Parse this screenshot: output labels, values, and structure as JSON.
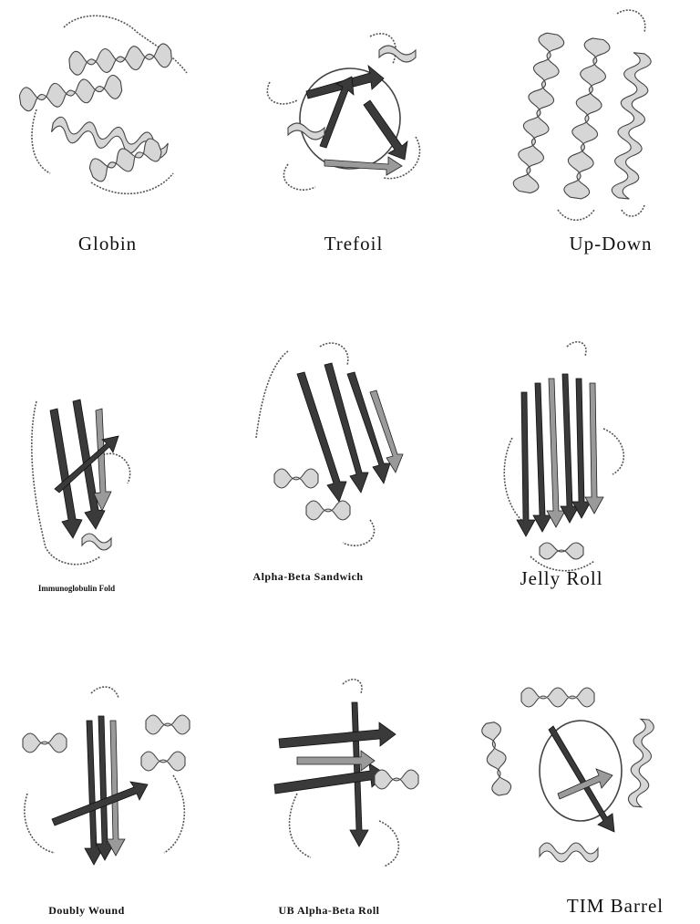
{
  "figure": {
    "panels": [
      {
        "name": "globin",
        "label": "Globin"
      },
      {
        "name": "trefoil",
        "label": "Trefoil"
      },
      {
        "name": "up-down",
        "label": "Up-Down"
      },
      {
        "name": "immunoglobulin-fold",
        "label": "Immunoglobulin Fold"
      },
      {
        "name": "alpha-beta-sandwich",
        "label": "Alpha-Beta Sandwich"
      },
      {
        "name": "jelly-roll",
        "label": "Jelly Roll"
      },
      {
        "name": "doubly-wound",
        "label": "Doubly Wound"
      },
      {
        "name": "ub-alpha-beta-roll",
        "label": "UB Alpha-Beta Roll"
      },
      {
        "name": "tim-barrel",
        "label": "TIM Barrel"
      }
    ]
  }
}
